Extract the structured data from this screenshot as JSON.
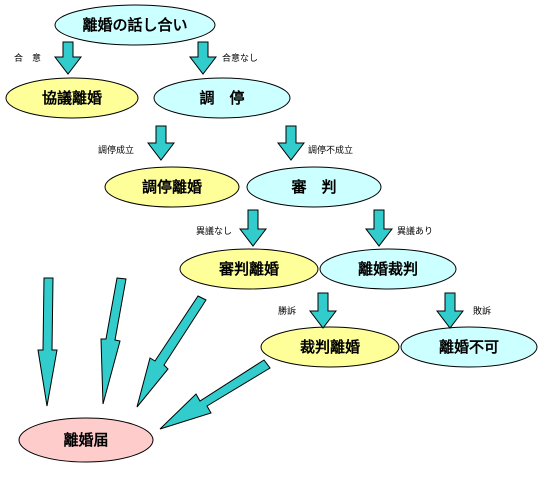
{
  "colors": {
    "node_cyan": "#CCFFFF",
    "node_yellow": "#FFFF99",
    "node_pink": "#FFCCCC",
    "arrow_fill": "#33CCCC",
    "outline": "#000000"
  },
  "nodes": {
    "discussion": "離婚の話し合い",
    "kyogi_rikon": "協議離婚",
    "chotei": "調　停",
    "chotei_rikon": "調停離婚",
    "shinpan": "審　判",
    "shinpan_rikon": "審判離婚",
    "rikon_saiban": "離婚裁判",
    "saiban_rikon": "裁判離婚",
    "rikon_fuka": "離婚不可",
    "rikon_todoke": "離婚届"
  },
  "labels": {
    "goi": "合　意",
    "goi_nashi": "合意なし",
    "chotei_seiritsu": "調停成立",
    "chotei_fuseiritsu": "調停不成立",
    "igi_nashi": "異議なし",
    "igi_ari": "異議あり",
    "shoso": "勝訴",
    "haiso": "敗訴"
  }
}
